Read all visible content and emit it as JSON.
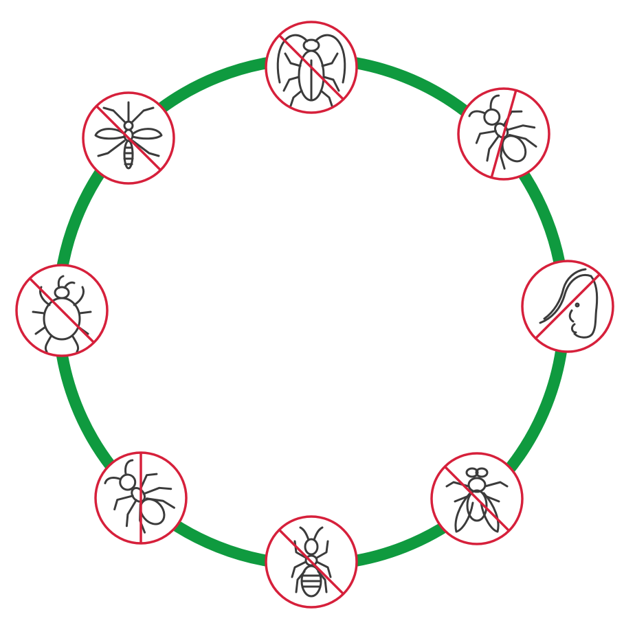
{
  "colors": {
    "ring": "#0f9a3f",
    "prohibition": "#d6203b",
    "insect": "#3b3b3b",
    "background": "#ffffff"
  },
  "ring": {
    "label": ""
  },
  "badges": [
    {
      "id": "cockroach",
      "icon": "cockroach-icon",
      "symbol": "no-cockroach-icon"
    },
    {
      "id": "ant-top-right",
      "icon": "ant-icon",
      "symbol": "no-ant-icon"
    },
    {
      "id": "lice",
      "icon": "louse-in-hair-icon",
      "symbol": "no-lice-icon"
    },
    {
      "id": "fly",
      "icon": "fly-icon",
      "symbol": "no-fly-icon"
    },
    {
      "id": "termite",
      "icon": "termite-icon",
      "symbol": "no-termite-icon"
    },
    {
      "id": "ant-bottom-left",
      "icon": "ant-icon",
      "symbol": "no-ant-icon"
    },
    {
      "id": "tick",
      "icon": "tick-icon",
      "symbol": "no-tick-icon"
    },
    {
      "id": "mosquito",
      "icon": "mosquito-icon",
      "symbol": "no-mosquito-icon"
    }
  ]
}
